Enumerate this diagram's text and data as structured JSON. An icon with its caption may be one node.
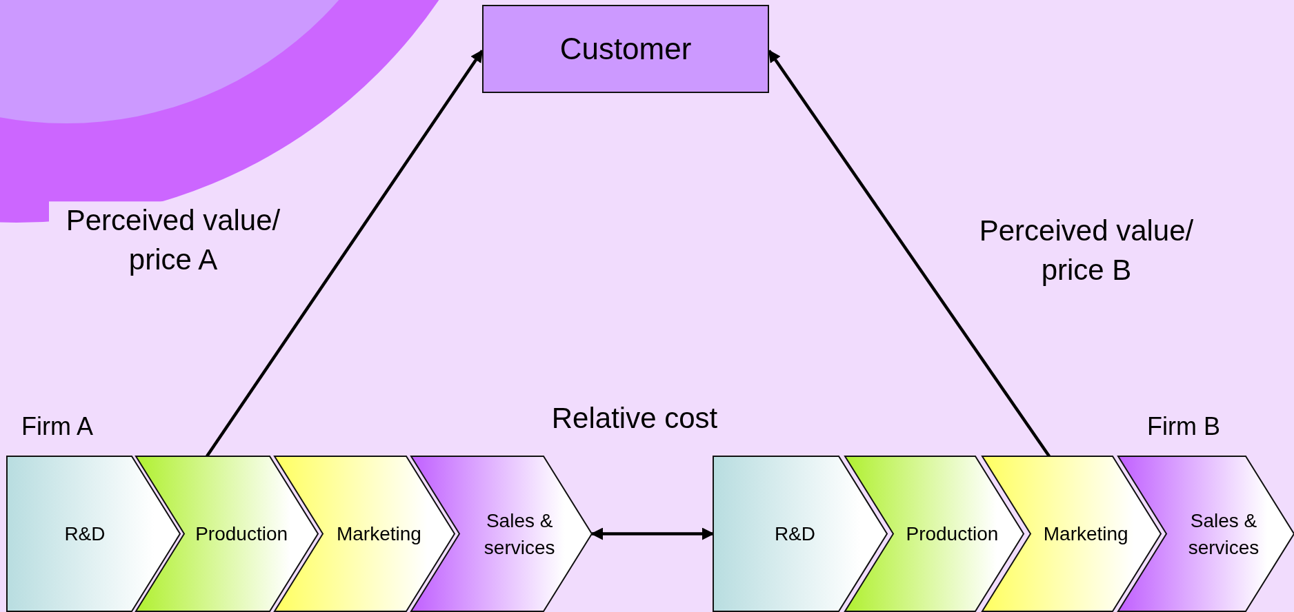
{
  "diagram": {
    "nodes": [
      {
        "text": [
          "Customer"
        ]
      },
      {
        "text": [
          "R&D"
        ]
      },
      {
        "text": [
          "Production"
        ]
      },
      {
        "text": [
          "Marketing"
        ]
      },
      {
        "text": [
          "Sales & services"
        ]
      },
      {
        "text": [
          "R&D"
        ]
      },
      {
        "text": [
          "Production"
        ]
      },
      {
        "text": [
          "Marketing"
        ]
      },
      {
        "text": [
          "Sales & services"
        ]
      }
    ],
    "edges": [
      {
        "from": 2,
        "to": 0,
        "arrow": "to",
        "label": "Perceived value/ price A"
      },
      {
        "from": 7,
        "to": 0,
        "arrow": "to",
        "label": "Perceived value/ price B"
      },
      {
        "from": 4,
        "to": 5,
        "arrow": "both",
        "label": "Relative cost"
      }
    ],
    "labels": [
      "Firm A",
      "Firm B"
    ]
  }
}
